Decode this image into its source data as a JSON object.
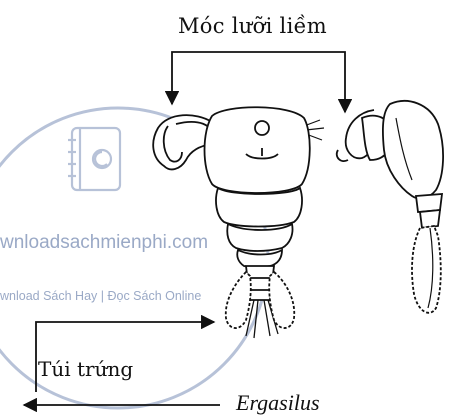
{
  "labels": {
    "hook_claws": "Móc lưỡi liềm",
    "egg_sacs": "Túi trứng",
    "genus_name": "Ergasilus"
  },
  "watermark": {
    "site": "wnloadsachmienphi.com",
    "tagline": "wnload Sách Hay | Đọc Sách Online",
    "icon": "book-at-sign-icon",
    "color": "#9aa9c6"
  }
}
